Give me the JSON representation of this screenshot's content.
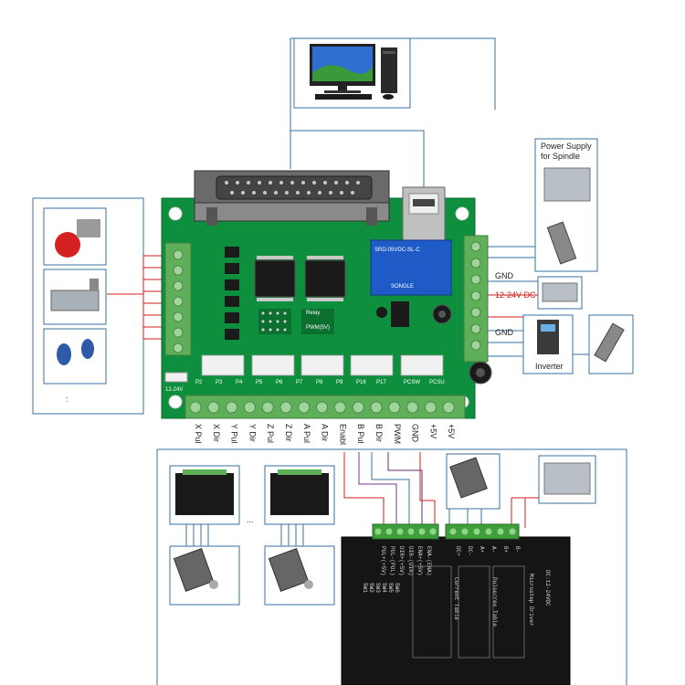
{
  "psu_spindle_label": [
    "Power Supply",
    "for Spindle"
  ],
  "side_labels": {
    "gnd_top": "GND",
    "dc_supply": "12-24V DC",
    "gnd_bottom": "GND",
    "inverter": "Inverter"
  },
  "terminal_labels": [
    "X Pul",
    "X Dir",
    "Y Pul",
    "Y Dir",
    "Z Pul",
    "Z Dir",
    "A Pul",
    "A Dir",
    "Enabl",
    "B Pul",
    "B Dir",
    "PWM",
    "GND",
    "+5V",
    "+5V"
  ],
  "pcb": {
    "relay_label": "SRD-05VDC-SL-C",
    "relay_brand": "SONGLE",
    "power_label": "12-24V",
    "relay_text": "Relay",
    "pwm_text": "PWM(5V)",
    "port_labels": [
      "P2",
      "P3",
      "P4",
      "P5",
      "P6",
      "P7",
      "P8",
      "P9",
      "P16",
      "P17",
      "PCSW",
      "PCSU"
    ]
  },
  "ellipsis": {
    "sensors": ":",
    "drivers": "..."
  },
  "driver": {
    "title": "Microstep Driver",
    "voltage": "DC:12-24VDC",
    "signal_pins": [
      "PUL+(+5V)",
      "PUL-(PUL)",
      "DIR+(+5V)",
      "DIR-(DIR)",
      "ENA+(+5V)",
      "ENA-(ENA)"
    ],
    "power_pins": [
      "DC+",
      "DC-",
      "A+",
      "A-",
      "B+",
      "B-"
    ],
    "sw_labels": [
      "SW1",
      "SW2",
      "SW3",
      "SW4",
      "SW5",
      "SW6"
    ],
    "current_header": "Current Table",
    "pulse_header": "Pulse/rev Table"
  }
}
